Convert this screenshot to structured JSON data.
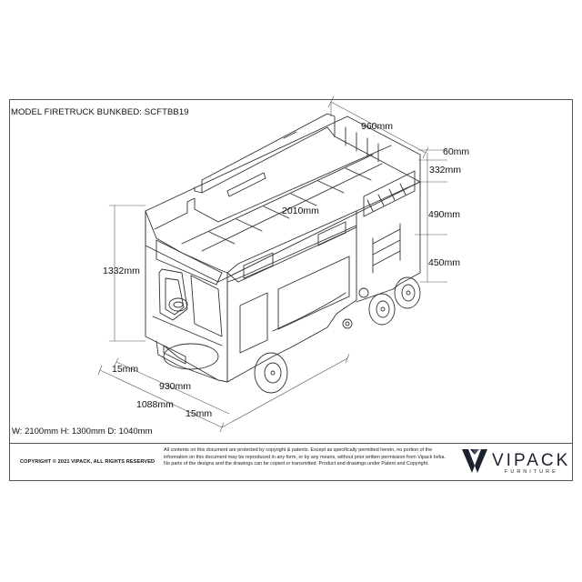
{
  "title": "MODEL FIRETRUCK BUNKBED: SCFTBB19",
  "dimensions": {
    "top_width": "960mm",
    "top_gap": "60mm",
    "upper_rail": "332mm",
    "length": "2010mm",
    "mid_section": "490mm",
    "lower_section": "450mm",
    "height": "1332mm",
    "side_left": "15mm",
    "depth": "930mm",
    "total_depth": "1088mm",
    "side_right": "15mm"
  },
  "overall_size": "W: 2100mm H: 1300mm D: 1040mm",
  "footer": {
    "copyright": "COPYRIGHT  © 2021 VIPACK, ALL RIGHTS RESERVED",
    "legal_text": "All contents on this document are protected by copyright & patents. Except as specifically permitted herein, no portion of the information on this document may be reproduced in any form, or by any means, without prior written permission from Vipack bvba. No parts of the designs and the drawings can be copied or transmitted. Product and drawings under Patent and Copyright.",
    "brand_name": "VIPACK",
    "brand_tagline": "FURNITURE"
  },
  "colors": {
    "line": "#333333",
    "logo": "#1c2130"
  }
}
